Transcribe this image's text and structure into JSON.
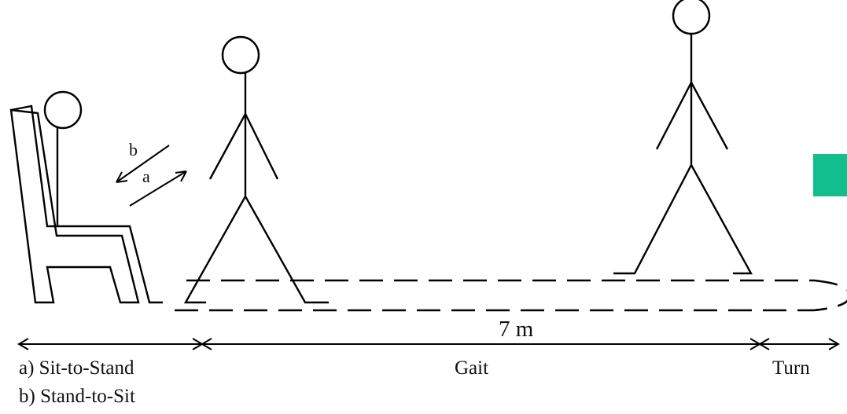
{
  "distance_label": "7 m",
  "phases": {
    "sit_to_stand": "a) Sit-to-Stand",
    "stand_to_sit": "b) Stand-to-Sit",
    "gait": "Gait",
    "turn": "Turn"
  },
  "arrow_labels": {
    "a": "a",
    "b": "b"
  },
  "colors": {
    "marker": "#12BD8E",
    "line": "#000000"
  }
}
